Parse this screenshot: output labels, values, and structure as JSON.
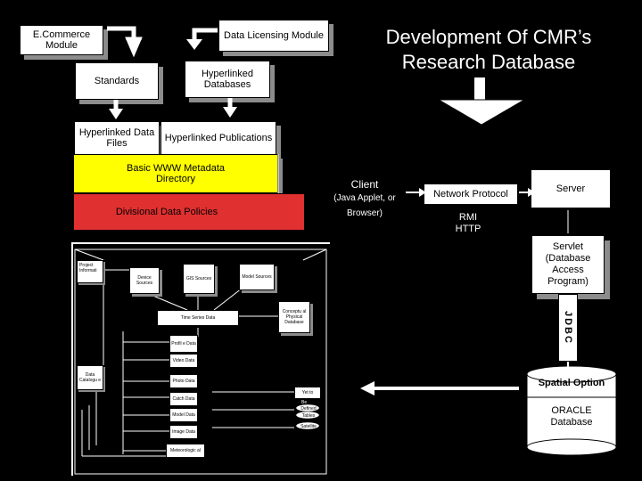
{
  "title": "Development Of CMR’s Research Database",
  "top": {
    "ecommerce": "E.Commerce Module",
    "data_licensing": "Data Licensing Module",
    "standards": "Standards",
    "hyperlinked_databases": "Hyperlinked Databases",
    "hyperlinked_data_files": "Hyperlinked Data Files",
    "hyperlinked_publications": "Hyperlinked Publications",
    "basic_www": "Basic WWW Metadata Directory",
    "divisional": "Divisional Data Policies"
  },
  "client": {
    "title": "Client",
    "sub": "(Java Applet, or Browser)"
  },
  "network_protocol": "Network Protocol",
  "rmi": "RMI",
  "http": "HTTP",
  "server": "Server",
  "servlet": "Servlet (Database Access Program)",
  "jdbc": "JDBC",
  "spatial_option": "Spatial Option",
  "oracle": "ORACLE Database",
  "colors": {
    "background": "#000000",
    "yellow": "#ffff00",
    "red": "#e03030",
    "white": "#ffffff"
  },
  "small_diagram": {
    "project_info": "Project Informati",
    "device_sources": "Device Sources",
    "gis_sources": "GIS Sources",
    "model_sources": "Model Sources",
    "time_series": "Time Series Data",
    "conceptual": "Conceptu al Physical Database",
    "data_catalogue": "Data Catalogu e",
    "items": [
      "Profil e Data",
      "Video Data",
      "Photo Data",
      "Catch Data",
      "Model Data",
      "Image Data",
      "Meteorologic al"
    ],
    "yet_to": "Yet to",
    "yet_items": [
      "Be",
      "Defined",
      "Tables",
      "Satellite"
    ]
  }
}
